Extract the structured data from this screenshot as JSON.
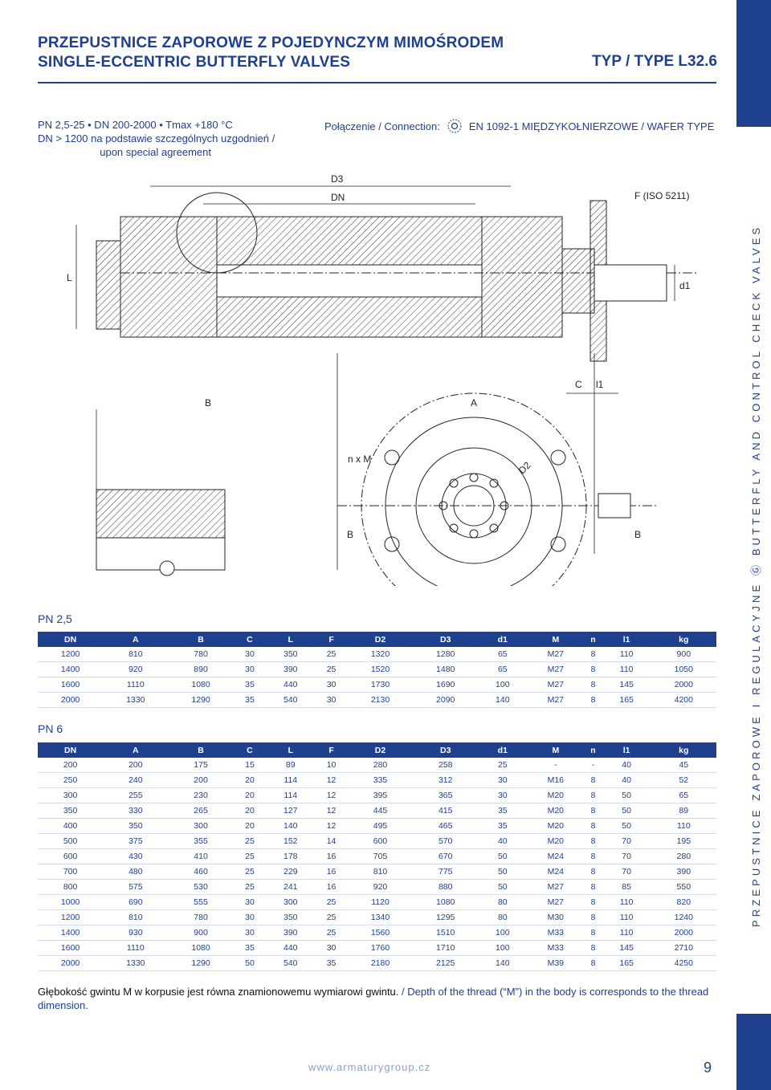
{
  "header": {
    "title_line1": "PRZEPUSTNICE ZAPOROWE Z POJEDYNCZYM MIMOŚRODEM",
    "title_line2": "SINGLE-ECCENTRIC BUTTERFLY VALVES",
    "type": "TYP / TYPE L32.6"
  },
  "spec": {
    "line1": "PN 2,5-25 • DN 200-2000 • Tmax +180 °C",
    "line2": "DN > 1200 na podstawie szczególnych uzgodnień /",
    "line3": "upon special agreement"
  },
  "connection": {
    "label": "Połączenie / Connection:",
    "icon": "flange-bolt-circle-icon",
    "value": "EN 1092-1 MIĘDZYKOŁNIERZOWE / WAFER TYPE"
  },
  "drawing_labels": {
    "d3": "D3",
    "dn": "DN",
    "f": "F (ISO 5211)",
    "l": "L",
    "d1": "d1",
    "c": "C",
    "l1": "l1",
    "b": "B",
    "a": "A",
    "nxm": "n x M",
    "d2": "D2"
  },
  "pn25": {
    "label": "PN 2,5",
    "headers": [
      "DN",
      "A",
      "B",
      "C",
      "L",
      "F",
      "D2",
      "D3",
      "d1",
      "M",
      "n",
      "l1",
      "kg"
    ],
    "rows": [
      [
        "1200",
        "810",
        "780",
        "30",
        "350",
        "25",
        "1320",
        "1280",
        "65",
        "M27",
        "8",
        "110",
        "900"
      ],
      [
        "1400",
        "920",
        "890",
        "30",
        "390",
        "25",
        "1520",
        "1480",
        "65",
        "M27",
        "8",
        "110",
        "1050"
      ],
      [
        "1600",
        "1110",
        "1080",
        "35",
        "440",
        "30",
        "1730",
        "1690",
        "100",
        "M27",
        "8",
        "145",
        "2000"
      ],
      [
        "2000",
        "1330",
        "1290",
        "35",
        "540",
        "30",
        "2130",
        "2090",
        "140",
        "M27",
        "8",
        "165",
        "4200"
      ]
    ]
  },
  "pn6": {
    "label": "PN 6",
    "headers": [
      "DN",
      "A",
      "B",
      "C",
      "L",
      "F",
      "D2",
      "D3",
      "d1",
      "M",
      "n",
      "l1",
      "kg"
    ],
    "rows": [
      [
        "200",
        "200",
        "175",
        "15",
        "89",
        "10",
        "280",
        "258",
        "25",
        "-",
        "-",
        "40",
        "45"
      ],
      [
        "250",
        "240",
        "200",
        "20",
        "114",
        "12",
        "335",
        "312",
        "30",
        "M16",
        "8",
        "40",
        "52"
      ],
      [
        "300",
        "255",
        "230",
        "20",
        "114",
        "12",
        "395",
        "365",
        "30",
        "M20",
        "8",
        "50",
        "65"
      ],
      [
        "350",
        "330",
        "265",
        "20",
        "127",
        "12",
        "445",
        "415",
        "35",
        "M20",
        "8",
        "50",
        "89"
      ],
      [
        "400",
        "350",
        "300",
        "20",
        "140",
        "12",
        "495",
        "465",
        "35",
        "M20",
        "8",
        "50",
        "110"
      ],
      [
        "500",
        "375",
        "355",
        "25",
        "152",
        "14",
        "600",
        "570",
        "40",
        "M20",
        "8",
        "70",
        "195"
      ],
      [
        "600",
        "430",
        "410",
        "25",
        "178",
        "16",
        "705",
        "670",
        "50",
        "M24",
        "8",
        "70",
        "280"
      ],
      [
        "700",
        "480",
        "460",
        "25",
        "229",
        "16",
        "810",
        "775",
        "50",
        "M24",
        "8",
        "70",
        "390"
      ],
      [
        "800",
        "575",
        "530",
        "25",
        "241",
        "16",
        "920",
        "880",
        "50",
        "M27",
        "8",
        "85",
        "550"
      ],
      [
        "1000",
        "690",
        "555",
        "30",
        "300",
        "25",
        "1120",
        "1080",
        "80",
        "M27",
        "8",
        "110",
        "820"
      ],
      [
        "1200",
        "810",
        "780",
        "30",
        "350",
        "25",
        "1340",
        "1295",
        "80",
        "M30",
        "8",
        "110",
        "1240"
      ],
      [
        "1400",
        "930",
        "900",
        "30",
        "390",
        "25",
        "1560",
        "1510",
        "100",
        "M33",
        "8",
        "110",
        "2000"
      ],
      [
        "1600",
        "1110",
        "1080",
        "35",
        "440",
        "30",
        "1760",
        "1710",
        "100",
        "M33",
        "8",
        "145",
        "2710"
      ],
      [
        "2000",
        "1330",
        "1290",
        "50",
        "540",
        "35",
        "2180",
        "2125",
        "140",
        "M39",
        "8",
        "165",
        "4250"
      ]
    ]
  },
  "note": {
    "pl": "Głębokość gwintu M w korpusie jest równa znamionowemu wymiarowi gwintu.",
    "en": " / Depth of the thread (“M”) in the body is corresponds to the thread dimension."
  },
  "footer": {
    "url": "www.armaturygroup.cz",
    "page": "9"
  },
  "sidebar": {
    "text": "PRZEPUSTNICE ZAPOROWE I REGULACYJNE  Ⓖ  BUTTERFLY AND CONTROL CHECK VALVES"
  },
  "colors": {
    "brand": "#1f3f8f",
    "hairline": "#d5dcee"
  }
}
